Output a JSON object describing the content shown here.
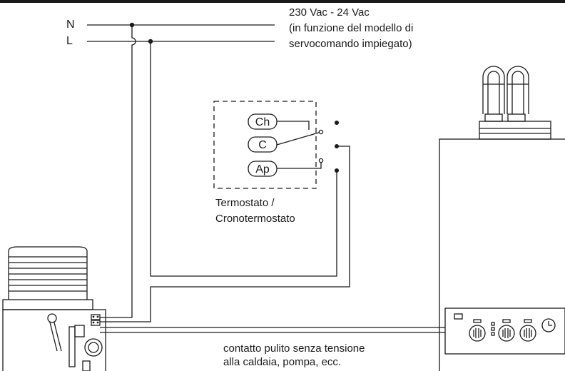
{
  "lines": {
    "neutral_label": "N",
    "live_label": "L"
  },
  "supply_note": {
    "line1": "230 Vac - 24 Vac",
    "line2": "(in funzione del modello di",
    "line3": "servocomando impiegato)"
  },
  "thermostat": {
    "terminals": [
      "Ch",
      "C",
      "Ap"
    ],
    "caption_line1": "Termostato /",
    "caption_line2": "Cronotermostato"
  },
  "contact_note": {
    "line1": "contatto pulito senza tensione",
    "line2": "alla caldaia, pompa, ecc."
  },
  "icons": [
    "valve-actuator-icon",
    "boiler-icon",
    "clock-icon",
    "knob-icon"
  ],
  "colors": {
    "line": "#1a1a1a",
    "background": "#ffffff"
  }
}
